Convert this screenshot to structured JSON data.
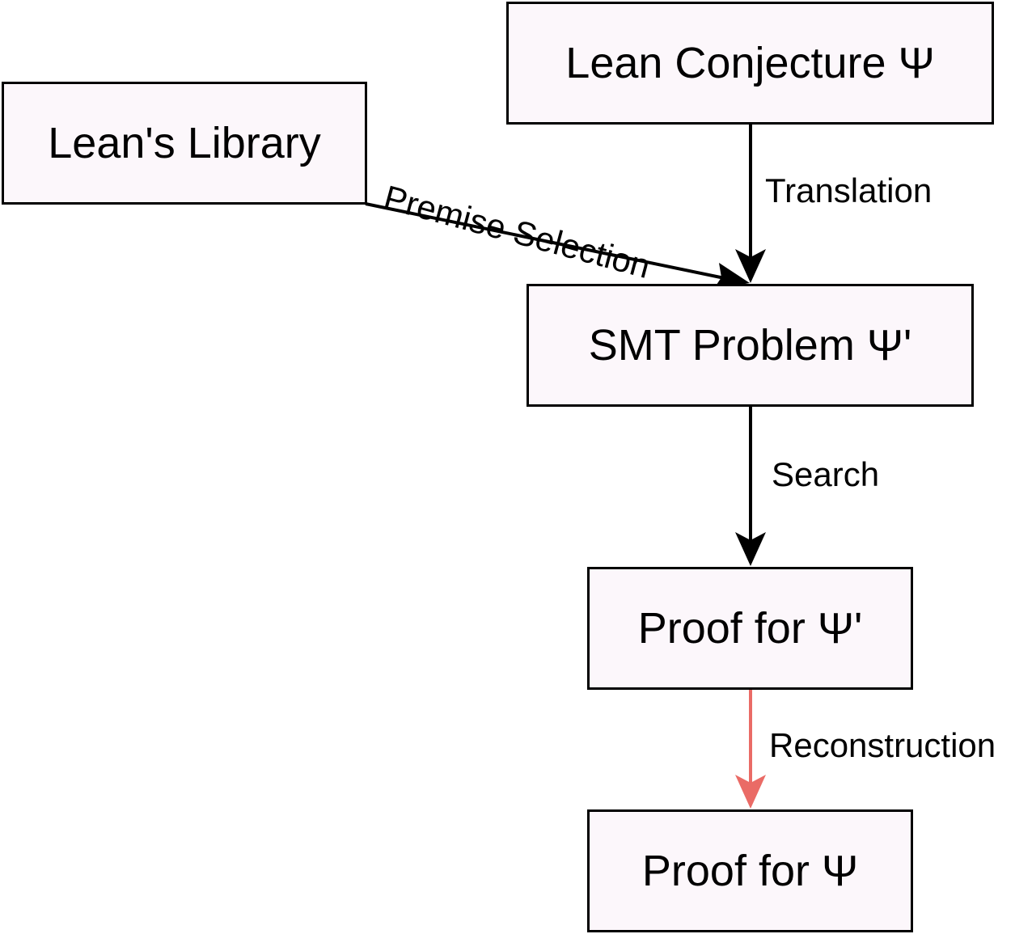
{
  "nodes": {
    "library": "Lean's Library",
    "conjecture": "Lean Conjecture Ψ",
    "smt_problem": "SMT Problem Ψ'",
    "proof_prime": "Proof for Ψ'",
    "proof": "Proof for Ψ"
  },
  "edges": {
    "premise_selection": "Premise Selection",
    "translation": "Translation",
    "search": "Search",
    "reconstruction": "Reconstruction"
  },
  "colors": {
    "node_fill": "#fcf7fb",
    "edge_default": "#000000",
    "edge_reconstruction": "#ea6b66"
  }
}
